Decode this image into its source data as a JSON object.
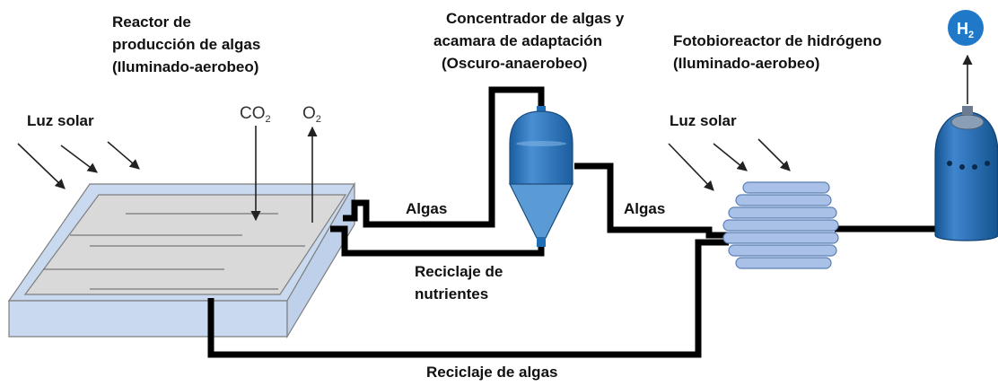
{
  "labels": {
    "reactor_line1": "Reactor de",
    "reactor_line2": "producción de algas",
    "reactor_line3": "(Iluminado-aerobeo)",
    "concentrator_line1": "Concentrador de algas y",
    "concentrator_line2": "acamara de adaptación",
    "concentrator_line3": "(Oscuro-anaerobeo)",
    "photobio_line1": "Fotobioreactor de hidrógeno",
    "photobio_line2": "(Iluminado-aerobeo)",
    "sunlight_left": "Luz solar",
    "sunlight_right": "Luz solar",
    "co2_main": "CO",
    "co2_sub": "2",
    "o2_main": "O",
    "o2_sub": "2",
    "algae_flow_1": "Algas",
    "algae_flow_2": "Algas",
    "nutrient_recycle_line1": "Reciclaje de",
    "nutrient_recycle_line2": "nutrientes",
    "algae_recycle": "Reciclaje de algas",
    "h2_main": "H",
    "h2_sub": "2"
  },
  "colors": {
    "vessel_blue": "#1f6fb8",
    "vessel_light": "#5b9bd5",
    "tank_face": "#c9d9ef",
    "tank_inner": "#d9d9d9",
    "coil": "#a9c1e6",
    "pipe": "#000000"
  }
}
